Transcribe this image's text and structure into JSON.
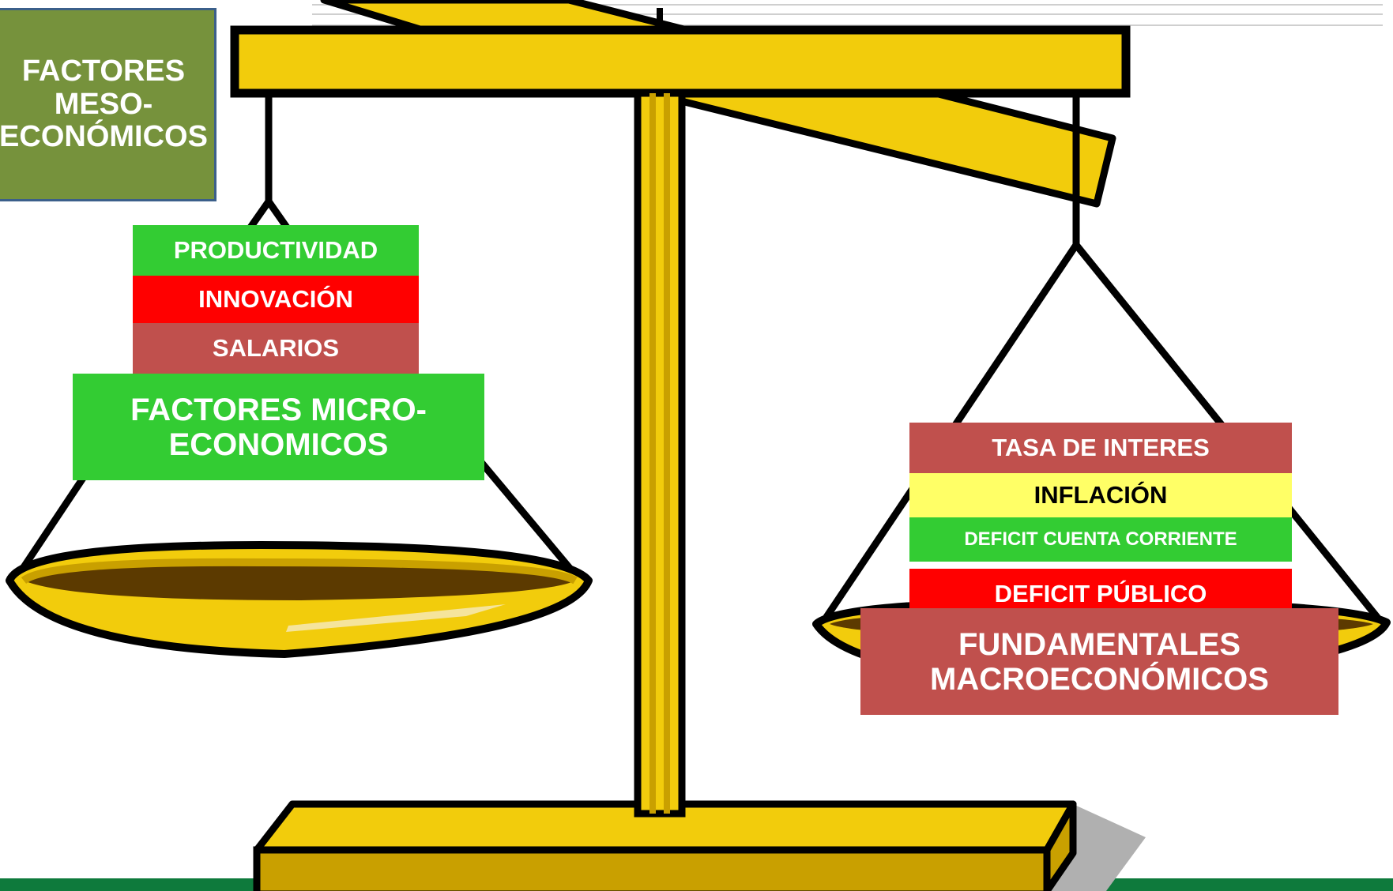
{
  "meso_box": {
    "label": "FACTORES MESO- ECONÓMICOS",
    "color": "#76923C"
  },
  "left_pan": {
    "stack": [
      {
        "label": "PRODUCTIVIDAD",
        "color": "#33CC33",
        "text_color": "#FFFFFF"
      },
      {
        "label": "INNOVACIÓN",
        "color": "#FF0000",
        "text_color": "#FFFFFF"
      },
      {
        "label": "SALARIOS",
        "color": "#C0504D",
        "text_color": "#FFFFFF"
      }
    ],
    "base": {
      "label": "FACTORES MICRO- ECONOMICOS",
      "color": "#33CC33"
    }
  },
  "right_pan": {
    "stack": [
      {
        "label": "TASA DE INTERES",
        "color": "#C0504D",
        "text_color": "#FFFFFF"
      },
      {
        "label": "INFLACIÓN",
        "color": "#FFFF66",
        "text_color": "#000000"
      },
      {
        "label": "DEFICIT CUENTA CORRIENTE",
        "color": "#33CC33",
        "text_color": "#FFFFFF"
      },
      {
        "label": "DEFICIT PÚBLICO",
        "color": "#FF0000",
        "text_color": "#FFFFFF"
      }
    ],
    "base": {
      "label": "FUNDAMENTALES MACROECONÓMICOS",
      "color": "#C0504D"
    }
  },
  "colors": {
    "gold": "#F2CC0C",
    "dark_gold": "#C9A000",
    "pan_inner": "#5C3A00",
    "outline": "#000000",
    "footer_band": "#0E7A3C"
  }
}
